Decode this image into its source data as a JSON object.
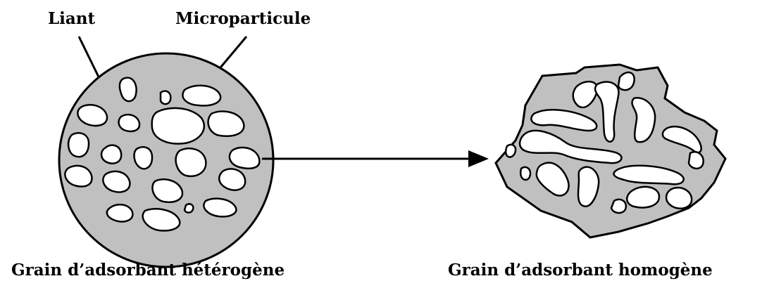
{
  "labels": {
    "binder": "Liant",
    "microparticle": "Microparticule",
    "heterogeneous_grain": "Grain d’adsorbant hétérogène",
    "homogeneous_grain": "Grain d’adsorbant homogène"
  },
  "colors": {
    "grain_fill": "#c0c0c0",
    "pore_fill": "#ffffff",
    "outline": "#000000"
  }
}
